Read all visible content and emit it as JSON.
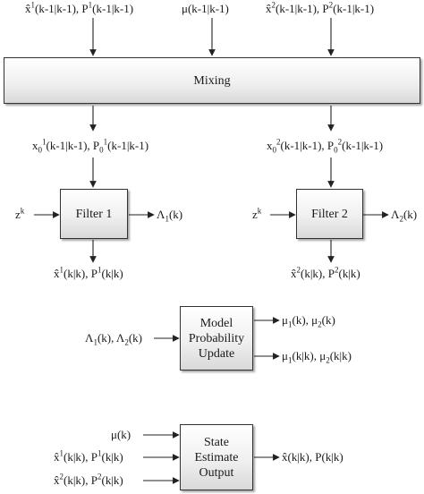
{
  "inputs": {
    "x1_prev": {
      "base": "x̂",
      "sup": "1",
      "rest": "(k-1|k-1), P",
      "sup2": "1",
      "rest2": "(k-1|k-1)"
    },
    "mu_prev": "μ(k-1|k-1)",
    "x2_prev": {
      "base": "x̂",
      "sup": "2",
      "rest": "(k-1|k-1), P",
      "sup2": "2",
      "rest2": "(k-1|k-1)"
    }
  },
  "mixing": {
    "label": "Mixing"
  },
  "mixed": {
    "left": {
      "a": "x",
      "sub": "0",
      "sup": "1",
      "b": "(k-1|k-1), P",
      "sub2": "0",
      "sup2": "1",
      "c": "(k-1|k-1)"
    },
    "right": {
      "a": "x",
      "sub": "0",
      "sup": "2",
      "b": "(k-1|k-1), P",
      "sub2": "0",
      "sup2": "2",
      "c": "(k-1|k-1)"
    }
  },
  "filter1": {
    "label": "Filter 1",
    "input": {
      "base": "z",
      "sup": "k"
    },
    "output": {
      "base": "Λ",
      "sub": "1",
      "rest": "(k)"
    },
    "estimate": {
      "base": "x̂",
      "sup": "1",
      "rest": "(k|k), P",
      "sup2": "1",
      "rest2": "(k|k)"
    }
  },
  "filter2": {
    "label": "Filter 2",
    "input": {
      "base": "z",
      "sup": "k"
    },
    "output": {
      "base": "Λ",
      "sub": "2",
      "rest": "(k)"
    },
    "estimate": {
      "base": "x̂",
      "sup": "2",
      "rest": "(k|k), P",
      "sup2": "2",
      "rest2": "(k|k)"
    }
  },
  "model_update": {
    "lines": [
      "Model",
      "Probability",
      "Update"
    ],
    "input": {
      "a": "Λ",
      "sub": "1",
      "b": "(k), Λ",
      "sub2": "2",
      "c": "(k)"
    },
    "out1": {
      "a": "μ",
      "sub": "1",
      "b": "(k), μ",
      "sub2": "2",
      "c": "(k)"
    },
    "out2": {
      "a": "μ",
      "sub": "1",
      "b": "(k|k), μ",
      "sub2": "2",
      "c": "(k|k)"
    }
  },
  "state_output": {
    "lines": [
      "State",
      "Estimate",
      "Output"
    ],
    "in_mu": "μ(k)",
    "in_x1": {
      "base": "x̂",
      "sup": "1",
      "rest": "(k|k), P",
      "sup2": "1",
      "rest2": "(k|k)"
    },
    "in_x2": {
      "base": "x̂",
      "sup": "2",
      "rest": "(k|k), P",
      "sup2": "2",
      "rest2": "(k|k)"
    },
    "output": "x̂(k|k), P(k|k)"
  }
}
